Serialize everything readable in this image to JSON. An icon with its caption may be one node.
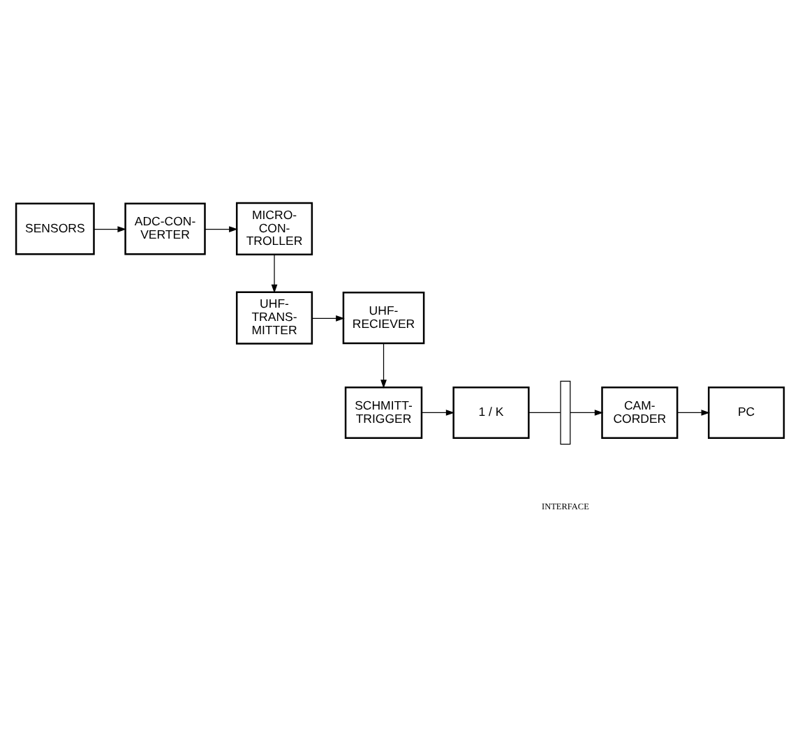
{
  "diagram": {
    "nodes": [
      {
        "text": [
          "SENSORS"
        ]
      },
      {
        "text": [
          "ADC-CON- VERTER"
        ]
      },
      {
        "text": [
          "MICRO- CON- TROLLER"
        ]
      },
      {
        "text": [
          "UHF- TRANS- MITTER"
        ]
      },
      {
        "text": [
          "UHF- RECIEVER"
        ]
      },
      {
        "text": [
          "SCHMITT- TRIGGER"
        ]
      },
      {
        "text": [
          "1 / K"
        ]
      },
      {
        "text": [],
        "shape": "bar"
      },
      {
        "text": [
          "CAM- CORDER"
        ]
      },
      {
        "text": [
          "PC"
        ]
      }
    ],
    "edges": [
      {
        "from": 0,
        "to": 1,
        "arrow": "to"
      },
      {
        "from": 1,
        "to": 2,
        "arrow": "to"
      },
      {
        "from": 2,
        "to": 3,
        "arrow": "to"
      },
      {
        "from": 3,
        "to": 4,
        "arrow": "to"
      },
      {
        "from": 4,
        "to": 5,
        "arrow": "to"
      },
      {
        "from": 5,
        "to": 6,
        "arrow": "to"
      },
      {
        "from": 6,
        "to": 7,
        "arrow": "none"
      },
      {
        "from": 7,
        "to": 8,
        "arrow": "to"
      },
      {
        "from": 8,
        "to": 9,
        "arrow": "to"
      }
    ],
    "labels": [
      "INTERFACE"
    ]
  }
}
